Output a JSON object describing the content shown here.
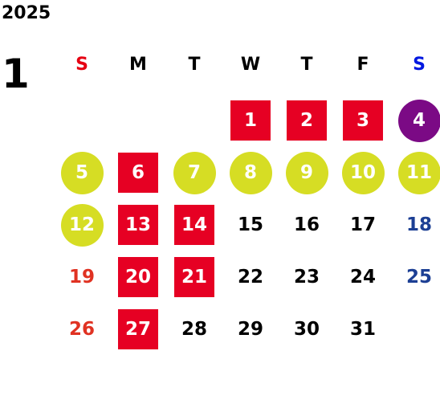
{
  "year": "2025",
  "month": "1",
  "weekdays": [
    "S",
    "M",
    "T",
    "W",
    "T",
    "F",
    "S"
  ],
  "colors": {
    "sunday_header": "#e60012",
    "saturday_header": "#0018e0",
    "sunday_day": "#e03222",
    "saturday_day": "#1c3f94",
    "red_square": "#e60023",
    "green_circle": "#d6dd24",
    "purple_circle": "#7b0a85"
  },
  "weeks": [
    [
      {
        "day": "",
        "style": "none"
      },
      {
        "day": "",
        "style": "none"
      },
      {
        "day": "",
        "style": "none"
      },
      {
        "day": "1",
        "style": "red-sq"
      },
      {
        "day": "2",
        "style": "red-sq"
      },
      {
        "day": "3",
        "style": "red-sq"
      },
      {
        "day": "4",
        "style": "purple-c"
      }
    ],
    [
      {
        "day": "5",
        "style": "green-c"
      },
      {
        "day": "6",
        "style": "red-sq"
      },
      {
        "day": "7",
        "style": "green-c"
      },
      {
        "day": "8",
        "style": "green-c"
      },
      {
        "day": "9",
        "style": "green-c"
      },
      {
        "day": "10",
        "style": "green-c"
      },
      {
        "day": "11",
        "style": "green-c"
      }
    ],
    [
      {
        "day": "12",
        "style": "green-c"
      },
      {
        "day": "13",
        "style": "red-sq"
      },
      {
        "day": "14",
        "style": "red-sq"
      },
      {
        "day": "15",
        "style": "plain"
      },
      {
        "day": "16",
        "style": "plain"
      },
      {
        "day": "17",
        "style": "plain"
      },
      {
        "day": "18",
        "style": "sat"
      }
    ],
    [
      {
        "day": "19",
        "style": "sun"
      },
      {
        "day": "20",
        "style": "red-sq"
      },
      {
        "day": "21",
        "style": "red-sq"
      },
      {
        "day": "22",
        "style": "plain"
      },
      {
        "day": "23",
        "style": "plain"
      },
      {
        "day": "24",
        "style": "plain"
      },
      {
        "day": "25",
        "style": "sat"
      }
    ],
    [
      {
        "day": "26",
        "style": "sun"
      },
      {
        "day": "27",
        "style": "red-sq"
      },
      {
        "day": "28",
        "style": "plain"
      },
      {
        "day": "29",
        "style": "plain"
      },
      {
        "day": "30",
        "style": "plain"
      },
      {
        "day": "31",
        "style": "plain"
      },
      {
        "day": "",
        "style": "none"
      }
    ]
  ]
}
